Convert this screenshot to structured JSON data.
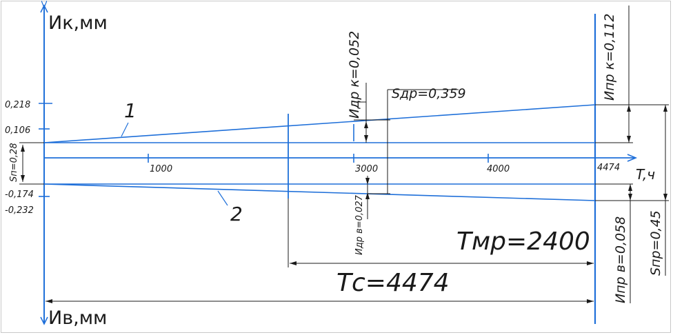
{
  "axes": {
    "y_top_label": "Ик,мм",
    "y_bottom_label": "Ив,мм",
    "x_label": "T,ч"
  },
  "x_ticks": [
    "1000",
    "3000",
    "4000",
    "4474"
  ],
  "y_ticks": {
    "upper_1": "0,218",
    "upper_2": "0,106",
    "lower_1": "-0,174",
    "lower_2": "-0,232"
  },
  "line_labels": {
    "line_1": "1",
    "line_2": "2"
  },
  "annotations": {
    "s_n": "Sп=0,28",
    "s_dp": "Sдр=0,359",
    "i_dp_k": "Идр к=0,052",
    "i_dp_v": "Идр в=0,027",
    "i_pr_k": "Ипр к=0,112",
    "i_pr_v": "Ипр в=0,058",
    "s_pr": "Sпр=0,45",
    "t_mp": "Tмр=2400",
    "t_c": "Tс=4474"
  },
  "colors": {
    "axis_blue": "#1e6fd9",
    "dimension_black": "#1a1a1a"
  }
}
